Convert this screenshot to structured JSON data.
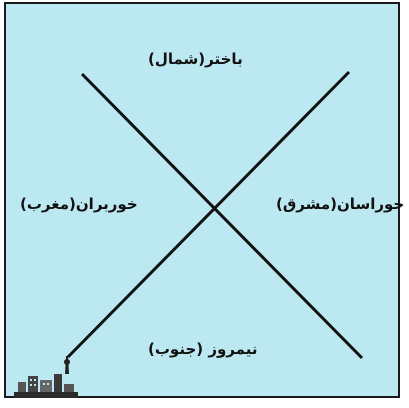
{
  "directions": {
    "north": "باختر(شمال)",
    "east": "خوراسان(مشرق)",
    "west": "خوربران(مغرب)",
    "south": "نیمروز (جنوب)"
  },
  "colors": {
    "background": "#bce8f1",
    "lines": "#111111",
    "border": "#1a1a1a"
  },
  "logo_icon": "city-skyline-logo-icon"
}
